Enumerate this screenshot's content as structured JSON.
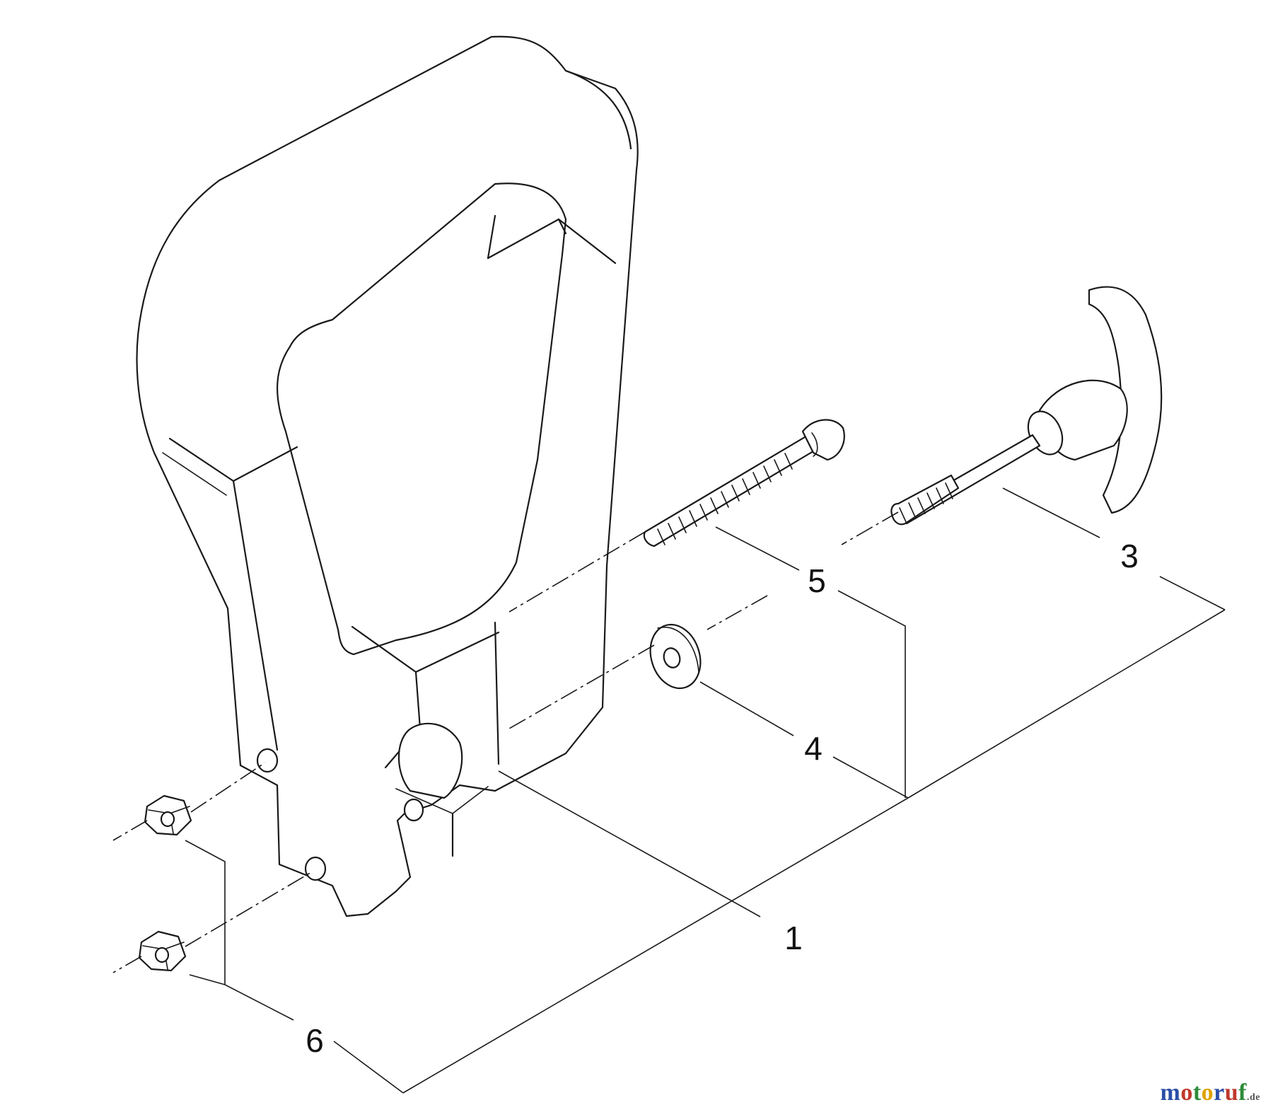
{
  "callouts": {
    "item_1": "1",
    "item_3": "3",
    "item_4": "4",
    "item_5": "5",
    "item_6": "6"
  },
  "watermark": {
    "segments": [
      {
        "text": "m",
        "color": "#2b4fa8"
      },
      {
        "text": "o",
        "color": "#c0392b"
      },
      {
        "text": "t",
        "color": "#2e8b3a"
      },
      {
        "text": "o",
        "color": "#e0a100"
      },
      {
        "text": "r",
        "color": "#2b4fa8"
      },
      {
        "text": "u",
        "color": "#c0392b"
      },
      {
        "text": "f",
        "color": "#2e8b3a"
      }
    ],
    "tld": ".de",
    "tld_color": "#555555"
  }
}
